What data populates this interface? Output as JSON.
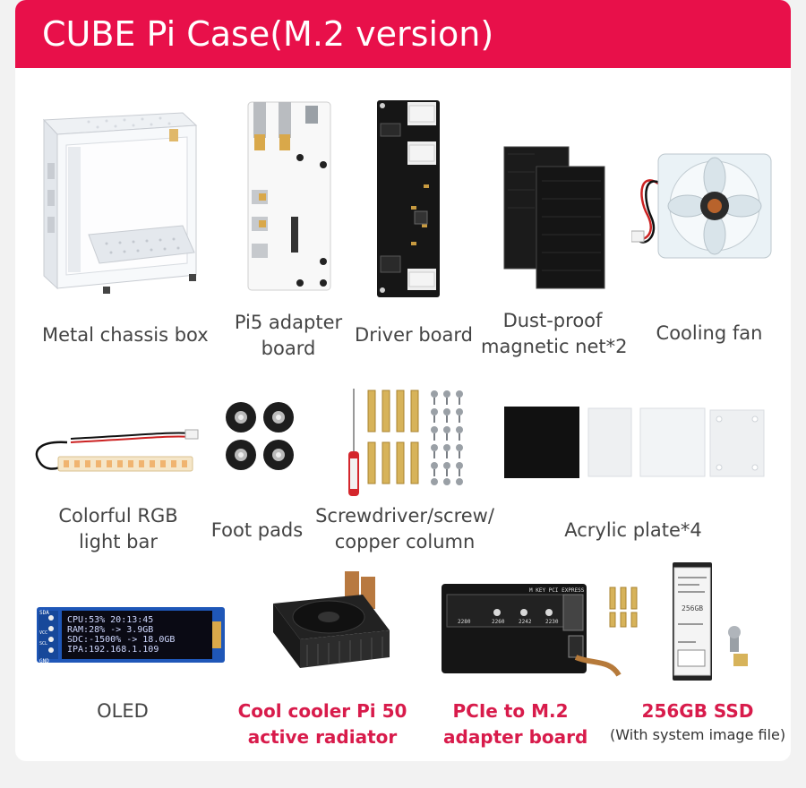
{
  "header": {
    "title": "CUBE Pi Case(M.2 version)",
    "bg_color": "#e8104a"
  },
  "items": [
    {
      "label": [
        "Metal chassis box"
      ]
    },
    {
      "label": [
        "Pi5 adapter",
        "board"
      ]
    },
    {
      "label": [
        "Driver board"
      ]
    },
    {
      "label": [
        "Dust-proof",
        "magnetic net*2"
      ]
    },
    {
      "label": [
        "Cooling fan"
      ]
    },
    {
      "label": [
        "Colorful RGB",
        "light bar"
      ]
    },
    {
      "label": [
        "Foot pads"
      ]
    },
    {
      "label": [
        "Screwdriver/screw/",
        "copper column"
      ]
    },
    {
      "label": [
        "Acrylic plate*4"
      ]
    },
    {
      "label": [
        "OLED"
      ],
      "oled_lines": [
        "CPU:53% 20:13:45",
        "RAM:28% -> 3.9GB",
        "SDC:-1500% -> 18.0GB",
        "IPA:192.168.1.109"
      ],
      "pins": [
        "GND",
        "VCC",
        "SCL",
        "SDA"
      ]
    },
    {
      "label": [
        "Cool cooler Pi 50",
        "active radiator"
      ],
      "highlight": true
    },
    {
      "label": [
        "PCIe to M.2",
        "adapter board"
      ],
      "highlight": true,
      "pcb_text": "M KEY PCI EXPRESS",
      "slot_labels": [
        "2280",
        "2260",
        "2242",
        "2230"
      ]
    },
    {
      "label": [
        "256GB SSD"
      ],
      "highlight": true,
      "note": "(With system image file)",
      "ssd_text": "256GB"
    }
  ],
  "colors": {
    "highlight_label": "#d81b4b",
    "text": "#444444"
  }
}
